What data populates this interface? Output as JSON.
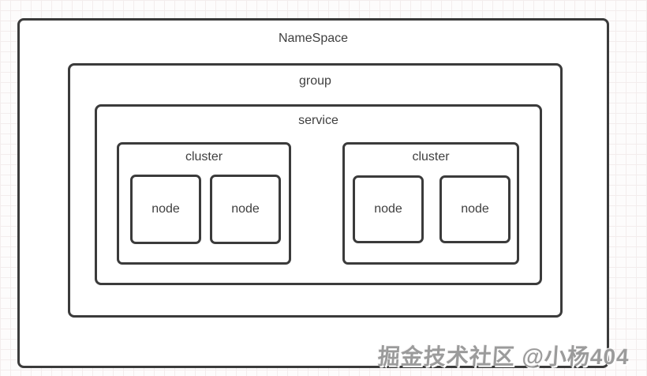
{
  "diagram": {
    "namespace": {
      "label": "NameSpace"
    },
    "group": {
      "label": "group"
    },
    "service": {
      "label": "service"
    },
    "clusters": [
      {
        "label": "cluster",
        "nodes": [
          {
            "label": "node"
          },
          {
            "label": "node"
          }
        ]
      },
      {
        "label": "cluster",
        "nodes": [
          {
            "label": "node"
          },
          {
            "label": "node"
          }
        ]
      }
    ]
  },
  "watermark": {
    "text": "掘金技术社区 @小杨404"
  },
  "colors": {
    "box_border": "#3b3b3b",
    "label_text": "#3f3f3f",
    "box_fill": "#ffffff",
    "background": "#fdfcfc",
    "grid_line": "#f3eded",
    "watermark_text": "#9b9b9b"
  }
}
